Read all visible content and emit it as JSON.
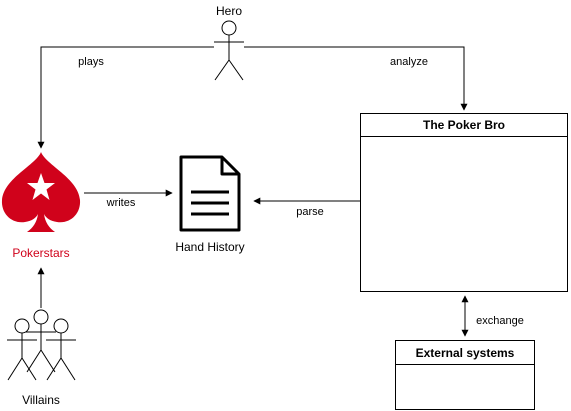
{
  "diagram": {
    "actors": {
      "hero": "Hero",
      "villains": "Villains"
    },
    "nodes": {
      "pokerstars": {
        "label": "Pokerstars",
        "color": "#d0021b",
        "icon": "spade-star-icon"
      },
      "hand_history": {
        "label": "Hand History",
        "icon": "document-icon"
      },
      "poker_bro": {
        "title": "The Poker Bro"
      },
      "external": {
        "title": "External systems"
      }
    },
    "edges": {
      "plays": "plays",
      "analyze": "analyze",
      "writes": "writes",
      "parse": "parse",
      "exchange": "exchange"
    }
  }
}
